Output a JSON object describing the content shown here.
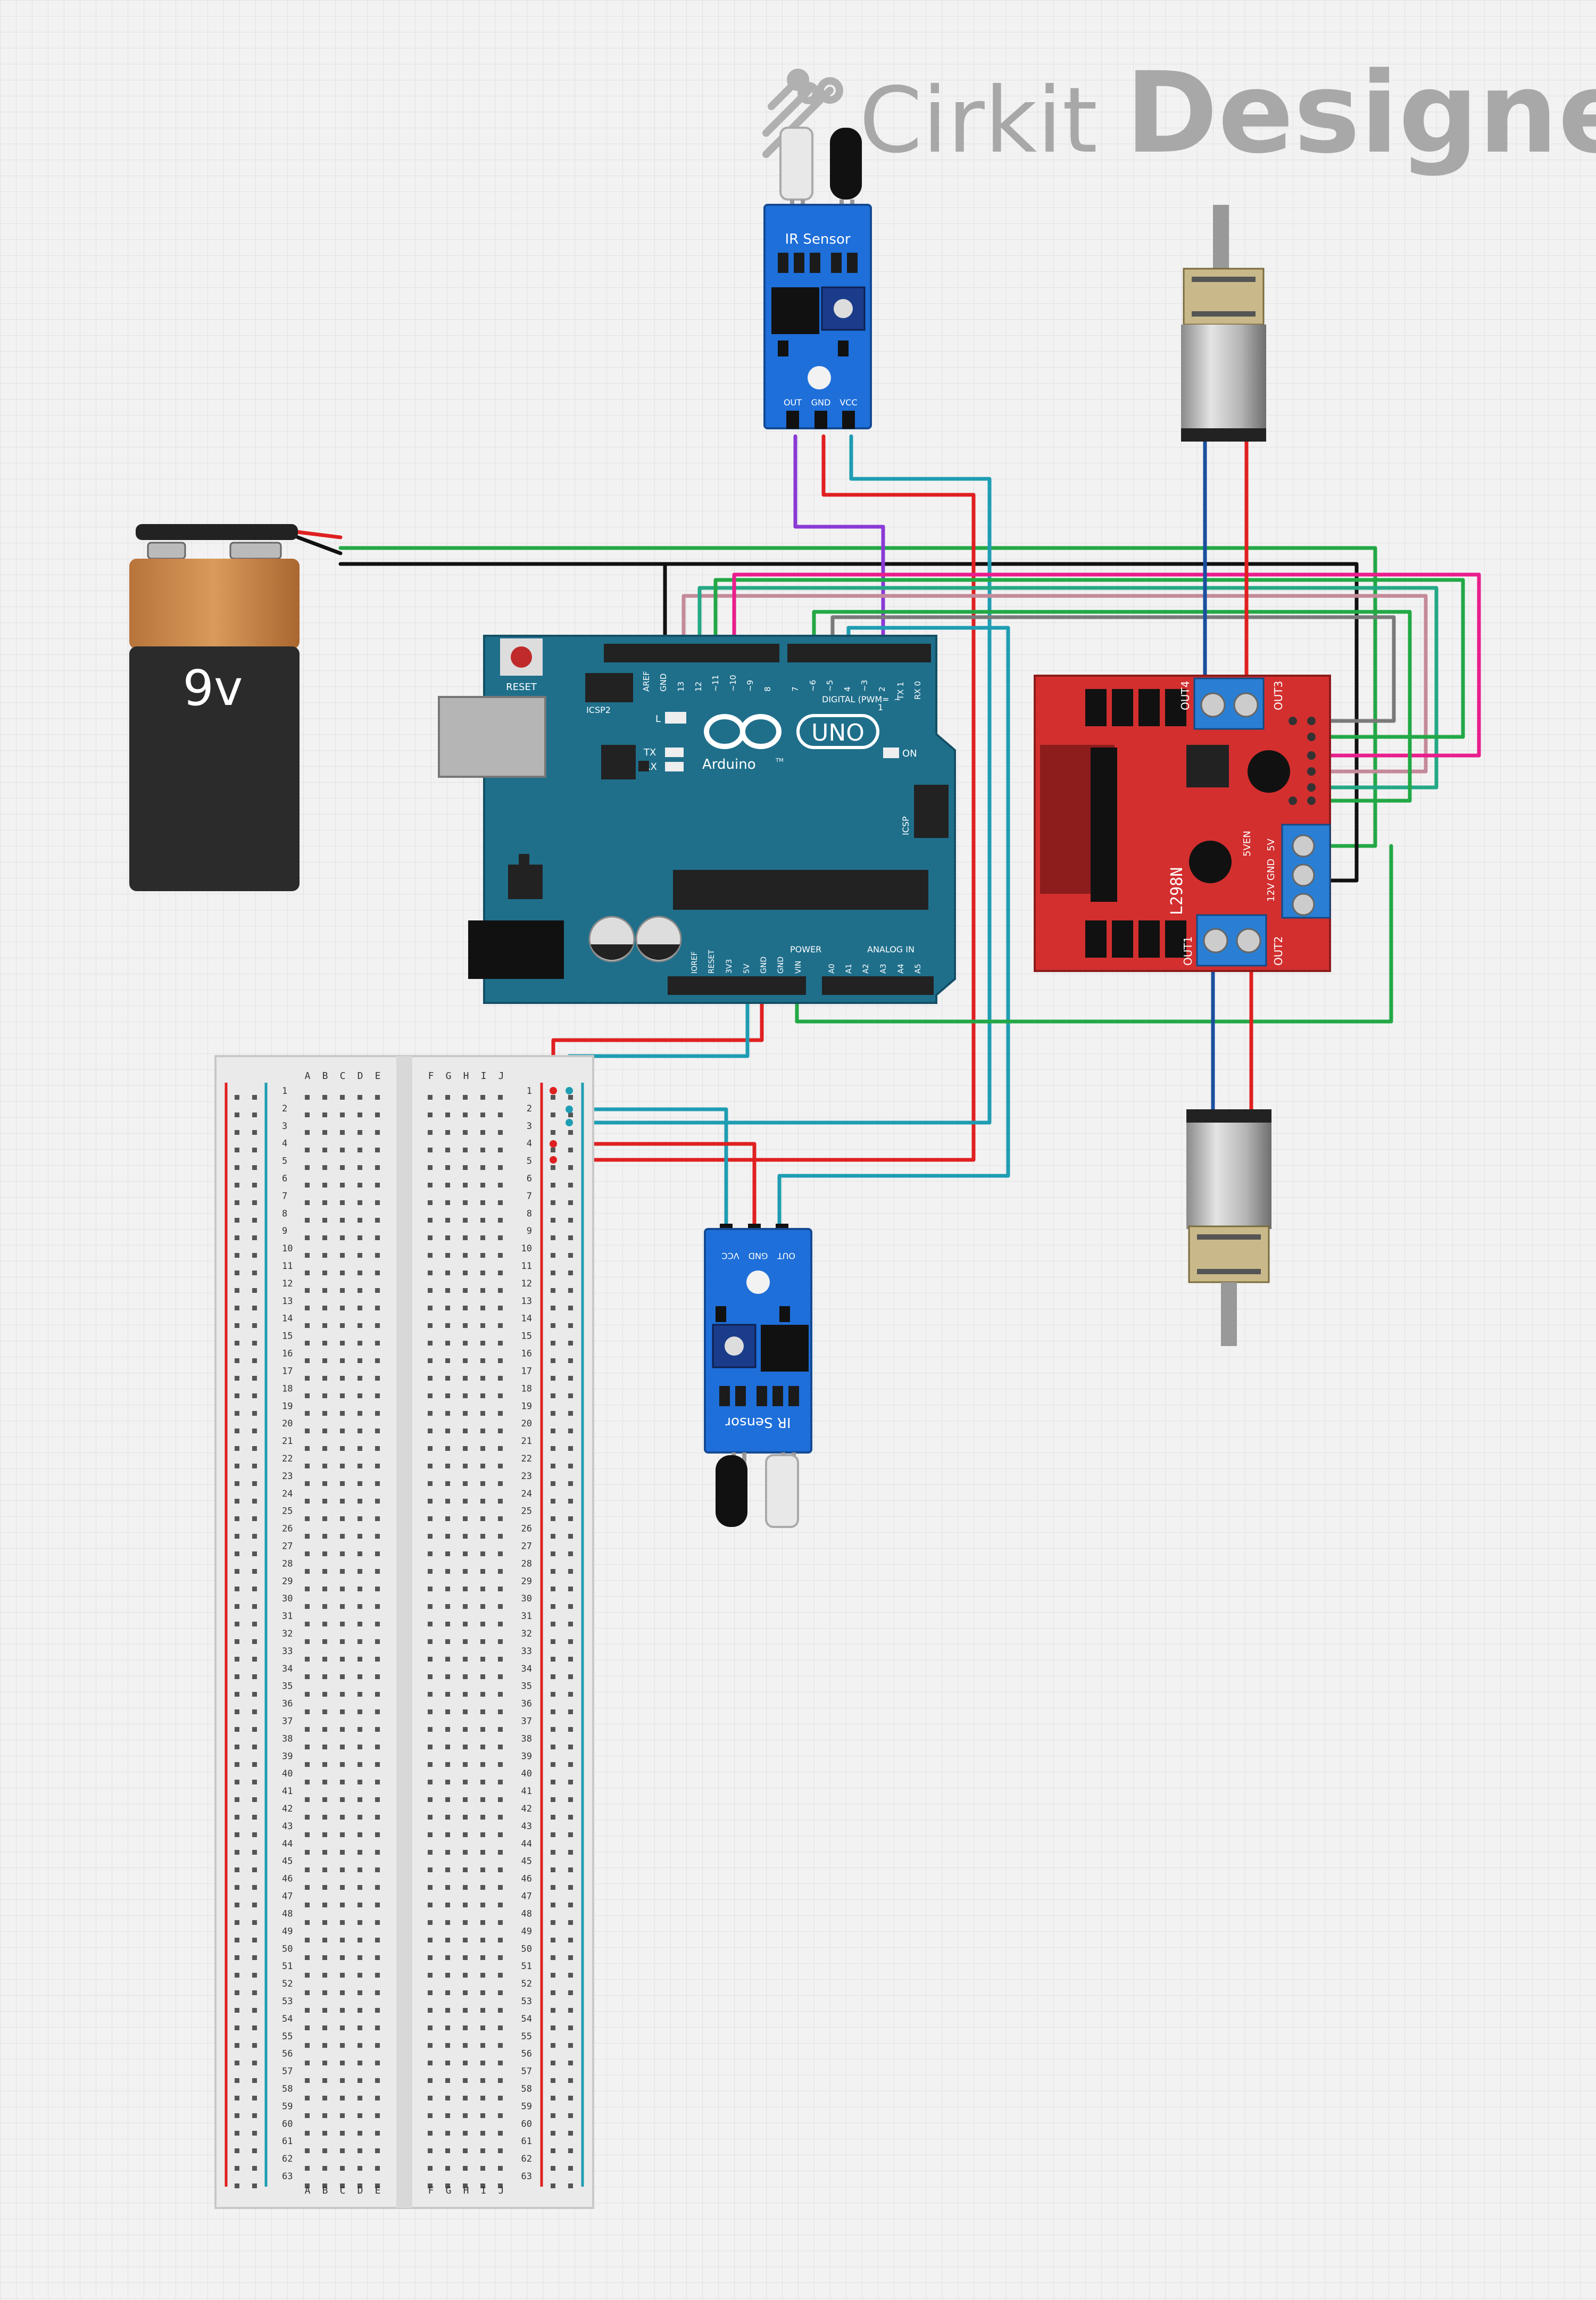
{
  "app": {
    "brand_light": "Cirkit",
    "brand_bold": "Designer"
  },
  "colors": {
    "grid_bg": "#f2f2f2",
    "arduino": "#1f6f8b",
    "driver": "#d32f2f",
    "ir_board": "#1e6fd9",
    "wire_red": "#e02020",
    "wire_black": "#111111",
    "wire_green": "#22a845",
    "wire_blue": "#1a4fa0",
    "wire_teal": "#1e9db3",
    "wire_purple": "#8a3ad6",
    "wire_pink": "#e91e8c",
    "wire_mauve": "#c48a9a",
    "wire_gray": "#7a7a7a",
    "wire_sea": "#24a886"
  },
  "battery": {
    "label": "9v"
  },
  "ir_sensor_top": {
    "title": "IR Sensor",
    "pins": [
      "OUT",
      "GND",
      "VCC"
    ]
  },
  "ir_sensor_bottom": {
    "title": "IR Sensor",
    "pins": [
      "VCC",
      "GND",
      "OUT"
    ]
  },
  "arduino": {
    "reset": "RESET",
    "icsp2": "ICSP2",
    "icsp": "ICSP",
    "brand": "Arduino",
    "model": "UNO",
    "tm": "TM",
    "l": "L",
    "tx": "TX",
    "rx": "RX",
    "on": "ON",
    "digital": "DIGITAL (PWM=",
    "tilde": "~",
    "one": "1",
    "power": "POWER",
    "analog": "ANALOG IN",
    "digital_pins": [
      "AREF",
      "GND",
      "13",
      "12",
      "~11",
      "~10",
      "~9",
      "8",
      "7",
      "~6",
      "~5",
      "4",
      "~3",
      "2",
      "TX 1",
      "RX 0"
    ],
    "power_pins": [
      "IOREF",
      "RESET",
      "3V3",
      "5V",
      "GND",
      "GND",
      "VIN"
    ],
    "analog_pins": [
      "A0",
      "A1",
      "A2",
      "A3",
      "A4",
      "A5"
    ]
  },
  "driver": {
    "name": "L298N",
    "out1": "OUT1",
    "out2": "OUT2",
    "out3": "OUT3",
    "out4": "OUT4",
    "pwr_pins": [
      "12V",
      "GND",
      "5V"
    ],
    "five_ven": "5VEN"
  },
  "breadboard": {
    "cols_left": [
      "A",
      "B",
      "C",
      "D",
      "E"
    ],
    "cols_right": [
      "F",
      "G",
      "H",
      "I",
      "J"
    ],
    "row_count": 63
  }
}
